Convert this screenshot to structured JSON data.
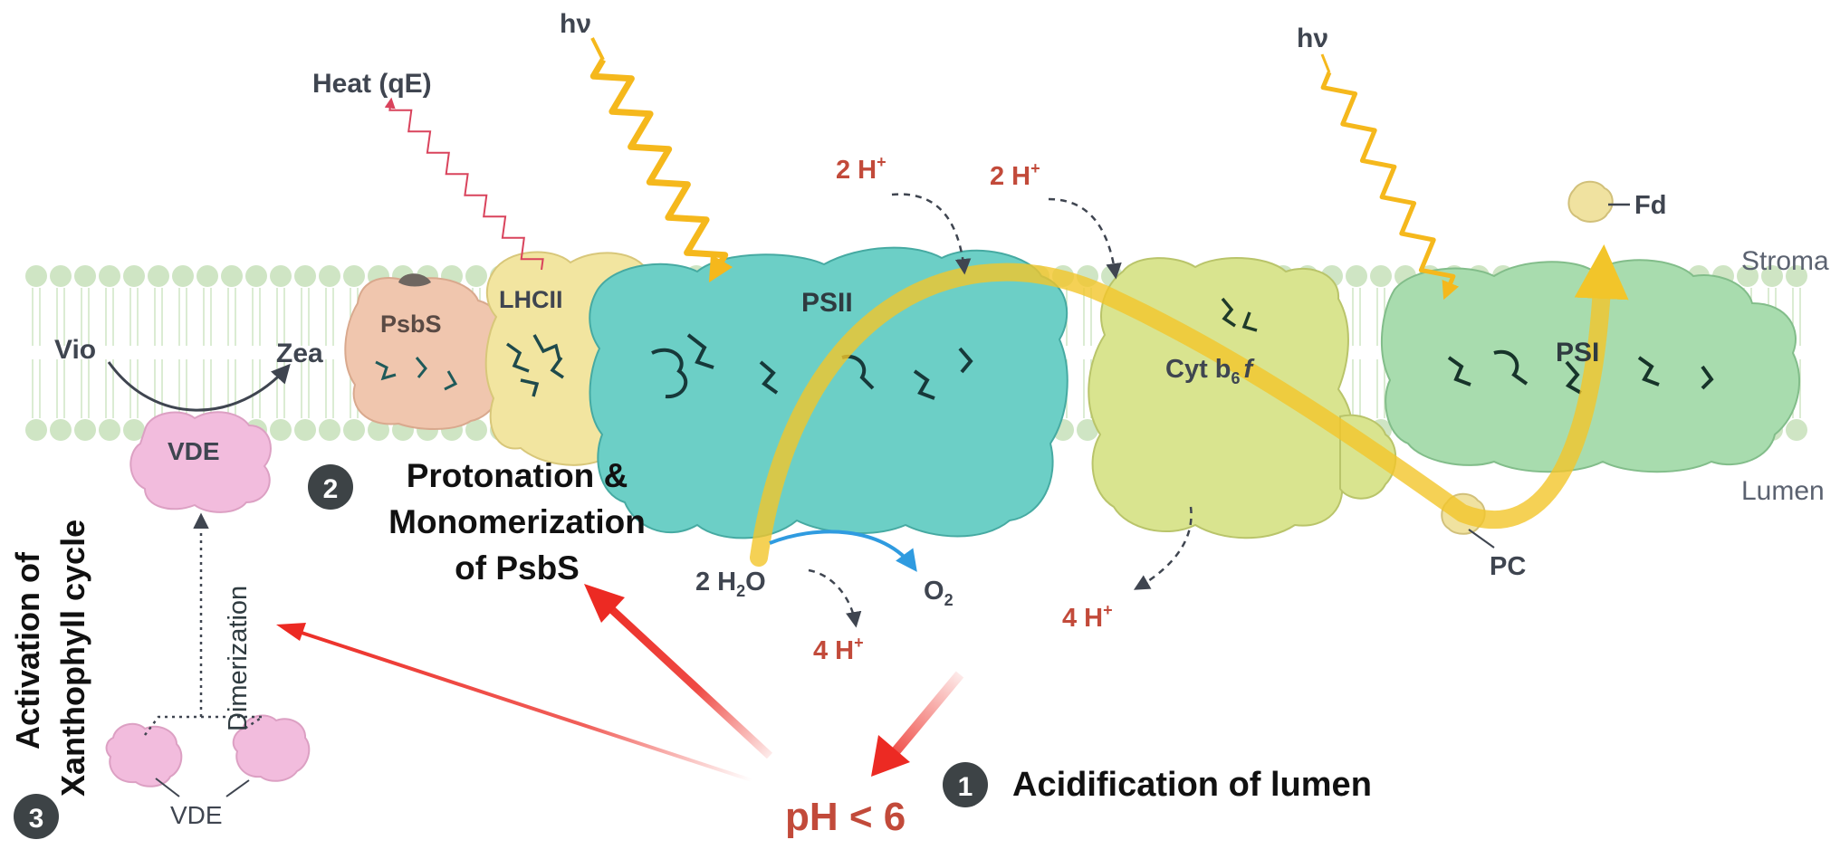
{
  "labels": {
    "hv_left": "hν",
    "hv_right": "hν",
    "heat": "Heat (qE)",
    "stroma": "Stroma",
    "lumen": "Lumen",
    "psbs": "PsbS",
    "lhcii": "LHCII",
    "psii": "PSII",
    "cyt_main": "Cyt b",
    "cyt_sub": "6",
    "cyt_f": "f",
    "psi": "PSI",
    "fd": "Fd",
    "pc": "PC",
    "vio": "Vio",
    "zea": "Zea",
    "vde_top": "VDE",
    "vde_bottom": "VDE",
    "dimerization": "Dimerization",
    "h2o_prefix": "2 H",
    "h2o_sub": "2",
    "h2o_suffix": "O",
    "o2_main": "O",
    "o2_sub": "2",
    "protons_psii_lumen": "4 H",
    "protons_cyt_lumen": "4 H",
    "protons_psii_stroma": "2 H",
    "protons_cyt_stroma": "2 H",
    "plus": "+",
    "ph": "pH < 6"
  },
  "steps": [
    {
      "number": "1",
      "lines": [
        "Acidification of lumen"
      ]
    },
    {
      "number": "2",
      "lines": [
        "Protonation &",
        "Monomerization",
        "of PsbS"
      ]
    },
    {
      "number": "3",
      "lines": [
        "Activation of",
        "Xanthophyll cycle"
      ]
    }
  ],
  "colors": {
    "membrane_head": "#cfe5c4",
    "psbs": "#f0c6ae",
    "lhcii": "#f2e5a0",
    "psii": "#6ccfc6",
    "cyt": "#d9e48f",
    "psi": "#a8dcae",
    "vde": "#f2bcdd",
    "light_wave": "#f5b81c",
    "heat_wave": "#d9435c",
    "electron_path": "#f2c52a",
    "o2_arrow": "#2f9be0",
    "red_arrow": "#ec2a23",
    "proton_text": "#c24a3a",
    "step_circle": "#3d4346",
    "dark_text": "#3f4550"
  }
}
